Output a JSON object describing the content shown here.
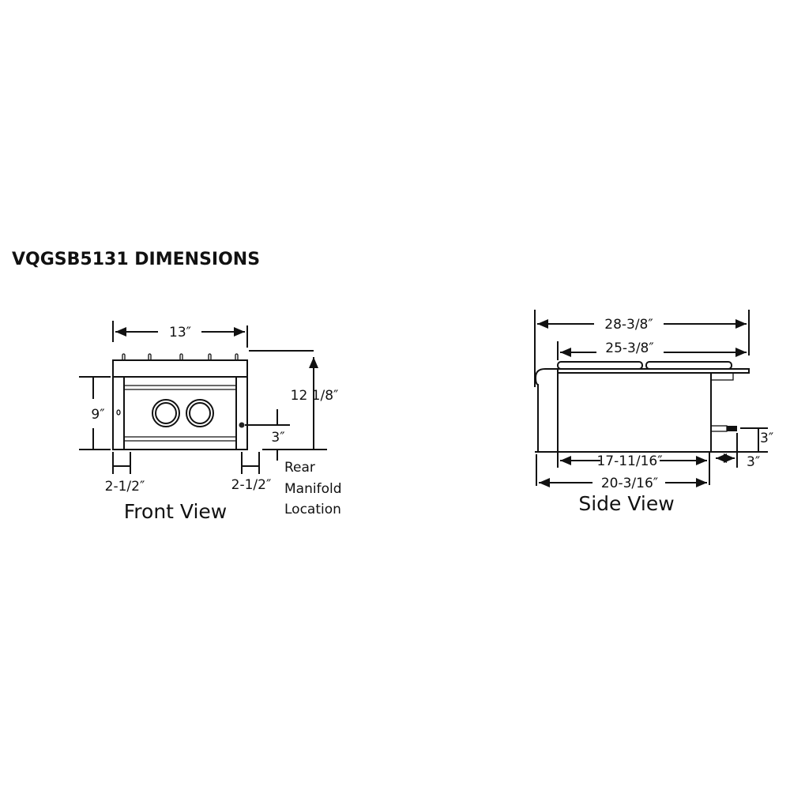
{
  "title": "VQGSB5131 DIMENSIONS",
  "front_view": {
    "label": "Front View",
    "width": "13″",
    "height": "9″",
    "overall_height": "12 1/8″",
    "manifold_height": "3″",
    "left_post": "2-1/2″",
    "right_post": "2-1/2″",
    "manifold_note": [
      "Rear",
      "Manifold",
      "Location"
    ]
  },
  "side_view": {
    "label": "Side View",
    "overall_depth": "28-3/8″",
    "top_depth": "25-3/8″",
    "body_depth": "17-11/16″",
    "total_depth": "20-3/16″",
    "pipe_height": "3″",
    "pipe_length": "3″"
  }
}
